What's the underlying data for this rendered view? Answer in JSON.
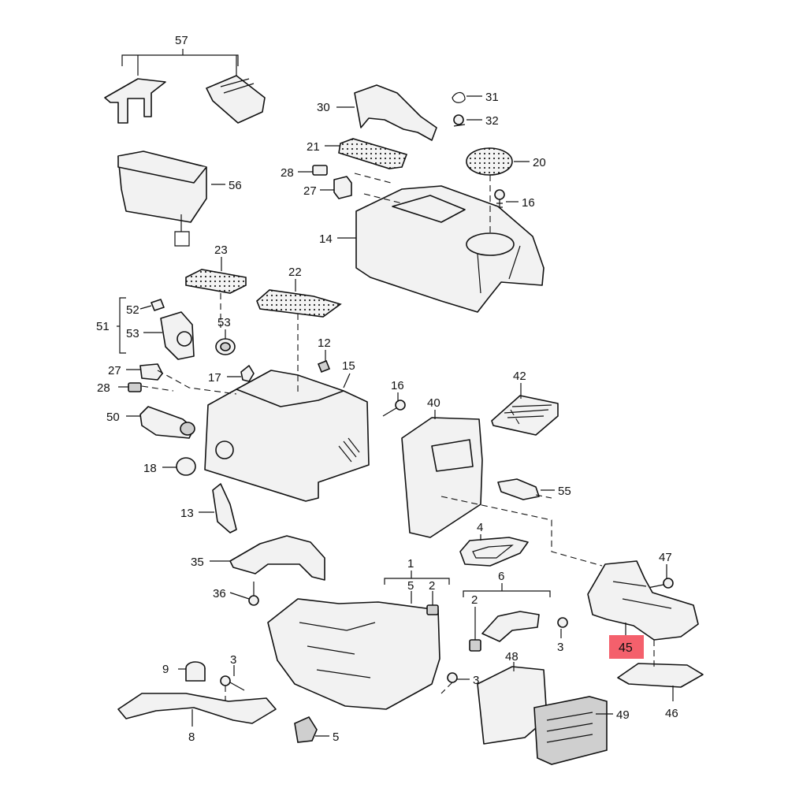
{
  "callouts": {
    "c57": "57",
    "c56": "56",
    "c30": "30",
    "c31": "31",
    "c32": "32",
    "c21": "21",
    "c20": "20",
    "c28a": "28",
    "c27a": "27",
    "c16a": "16",
    "c14": "14",
    "c23": "23",
    "c22": "22",
    "c52": "52",
    "c51": "51",
    "c53a": "53",
    "c53b": "53",
    "c12": "12",
    "c15": "15",
    "c27b": "27",
    "c17": "17",
    "c28b": "28",
    "c16b": "16",
    "c42": "42",
    "c40": "40",
    "c50": "50",
    "c18": "18",
    "c55": "55",
    "c13": "13",
    "c4": "4",
    "c47": "47",
    "c35": "35",
    "c1": "1",
    "c5a": "5",
    "c2a": "2",
    "c6": "6",
    "c2b": "2",
    "c36": "36",
    "c3a": "3",
    "c45": "45",
    "c9": "9",
    "c3b": "3",
    "c48": "48",
    "c3c": "3",
    "c46": "46",
    "c49": "49",
    "c8": "8",
    "c5b": "5"
  },
  "highlight": {
    "part": "45",
    "color": "#f4606c"
  }
}
